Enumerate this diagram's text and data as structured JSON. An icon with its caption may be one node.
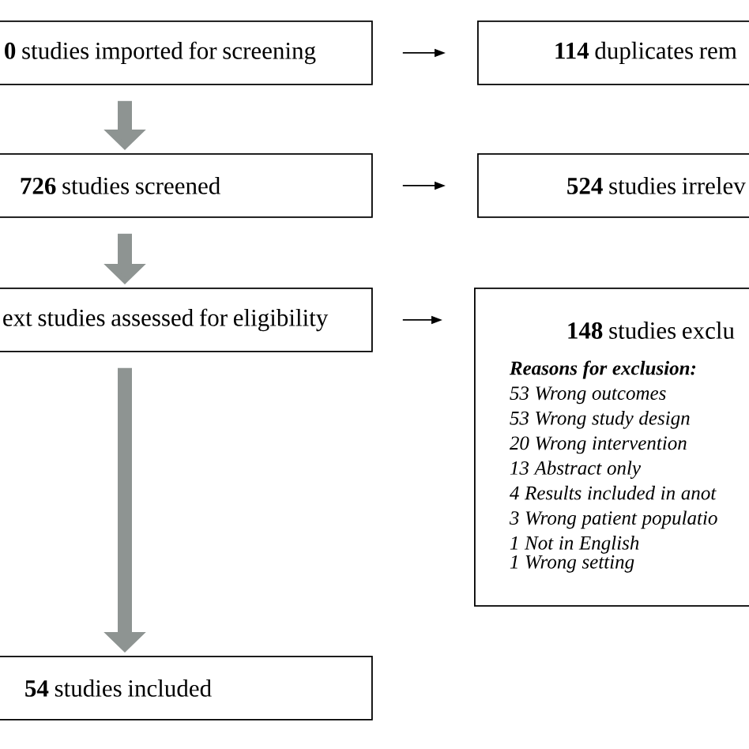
{
  "diagram": {
    "nodes": [
      {
        "text": [
          "**0** studies imported for screening"
        ]
      },
      {
        "text": [
          "**726** studies screened"
        ]
      },
      {
        "text": [
          "ext studies assessed for eligibility"
        ]
      },
      {
        "text": [
          "**54** studies included"
        ]
      },
      {
        "text": [
          "**114** duplicates rem"
        ]
      },
      {
        "text": [
          "**524** studies irrelev"
        ]
      },
      {
        "text": [
          "**148** studies exclu",
          "Reasons for exclusion:",
          "53 Wrong outcomes",
          "53 Wrong study design",
          "20 Wrong intervention",
          "13 Abstract only",
          "4 Results included in anot",
          "3 Wrong patient populatio",
          "1 Not in English",
          "1 Wrong setting"
        ]
      }
    ],
    "edges": [
      {
        "from": 0,
        "to": 1,
        "arrow": "to",
        "style": "thick",
        "color": "#8e9492"
      },
      {
        "from": 1,
        "to": 2,
        "arrow": "to",
        "style": "thick",
        "color": "#8e9492"
      },
      {
        "from": 2,
        "to": 3,
        "arrow": "to",
        "style": "thick",
        "color": "#8e9492"
      },
      {
        "from": 0,
        "to": 4,
        "arrow": "to",
        "color": "#000000"
      },
      {
        "from": 1,
        "to": 5,
        "arrow": "to",
        "color": "#000000"
      },
      {
        "from": 2,
        "to": 6,
        "arrow": "to",
        "color": "#000000"
      }
    ]
  }
}
